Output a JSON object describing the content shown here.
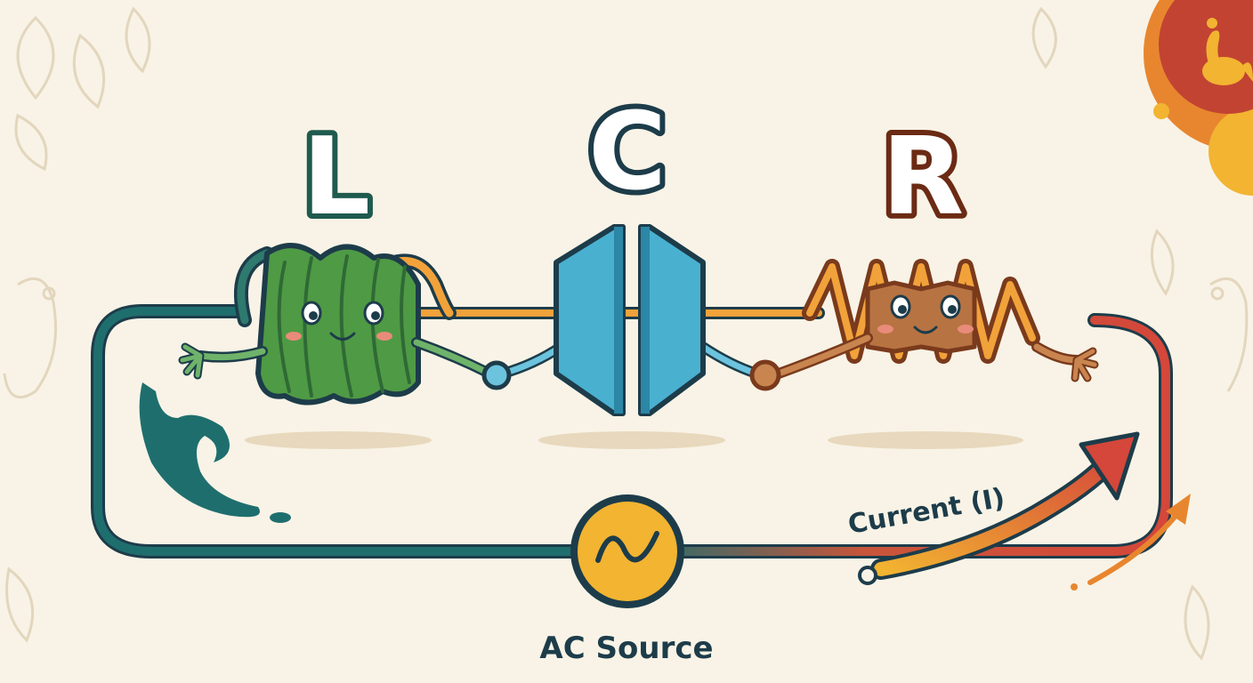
{
  "labels": {
    "inductor": "L",
    "capacitor": "C",
    "resistor": "R",
    "current": "Current (I)",
    "source": "AC Source"
  },
  "colors": {
    "background": "#f8f3e6",
    "inductor_green": "#4f9a45",
    "capacitor_blue": "#4ab0d0",
    "resistor_brown": "#b87342",
    "wire_teal": "#1f6e6e",
    "wire_orange": "#f2a23a",
    "current_red": "#d4473a",
    "source_yellow": "#f2b431",
    "outline_dark": "#1d3c4a"
  },
  "icons": {
    "inductor": "coil-character-icon",
    "capacitor": "parallel-plate-character-icon",
    "resistor": "zigzag-character-icon",
    "source": "sine-wave-icon",
    "decor": "peacock-icon"
  }
}
